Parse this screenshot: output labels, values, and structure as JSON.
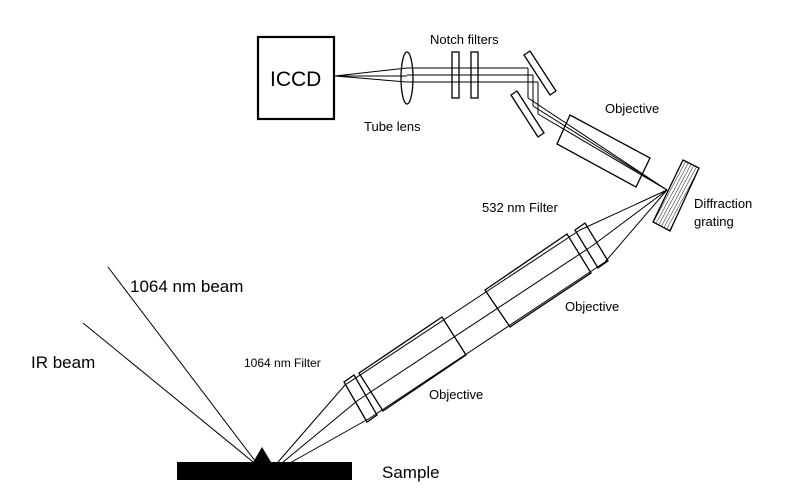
{
  "diagram": {
    "title": "Raman / LIBS spectroscopy optical setup",
    "components": {
      "detector": "ICCD",
      "tube_lens": "Tube lens",
      "notch_filters": "Notch filters",
      "objective_upper": "Objective",
      "grating_line1": "Diffraction",
      "grating_line2": "grating",
      "filter_532": "532 nm Filter",
      "objective_middle": "Objective",
      "filter_1064": "1064 nm Filter",
      "objective_lower": "Objective",
      "beam_1064": "1064 nm beam",
      "beam_ir": "IR beam",
      "sample": "Sample"
    },
    "colors": {
      "line": "#000000",
      "background": "#ffffff"
    }
  }
}
